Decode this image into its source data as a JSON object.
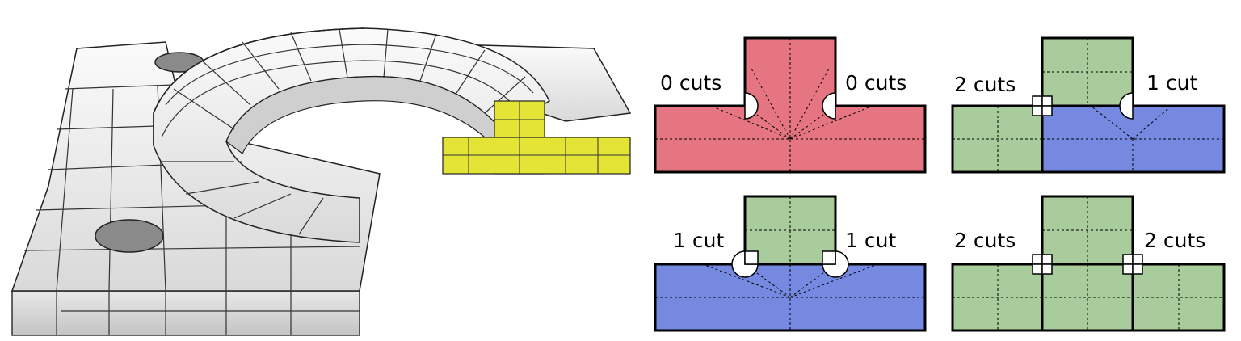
{
  "colors": {
    "red": "#E57580",
    "green": "#A9CC9C",
    "blue": "#7589E0",
    "highlight": "#E4E436",
    "mesh": "#F0F0F0"
  },
  "mesh_figure": {
    "icon": "hex-mesh-render-icon"
  },
  "panels": [
    {
      "id": "p1",
      "left_label": "0 cuts",
      "right_label": "0 cuts"
    },
    {
      "id": "p2",
      "left_label": "2 cuts",
      "right_label": "1 cut"
    },
    {
      "id": "p3",
      "left_label": "1 cut",
      "right_label": "1 cut"
    },
    {
      "id": "p4",
      "left_label": "2 cuts",
      "right_label": "2 cuts"
    }
  ]
}
